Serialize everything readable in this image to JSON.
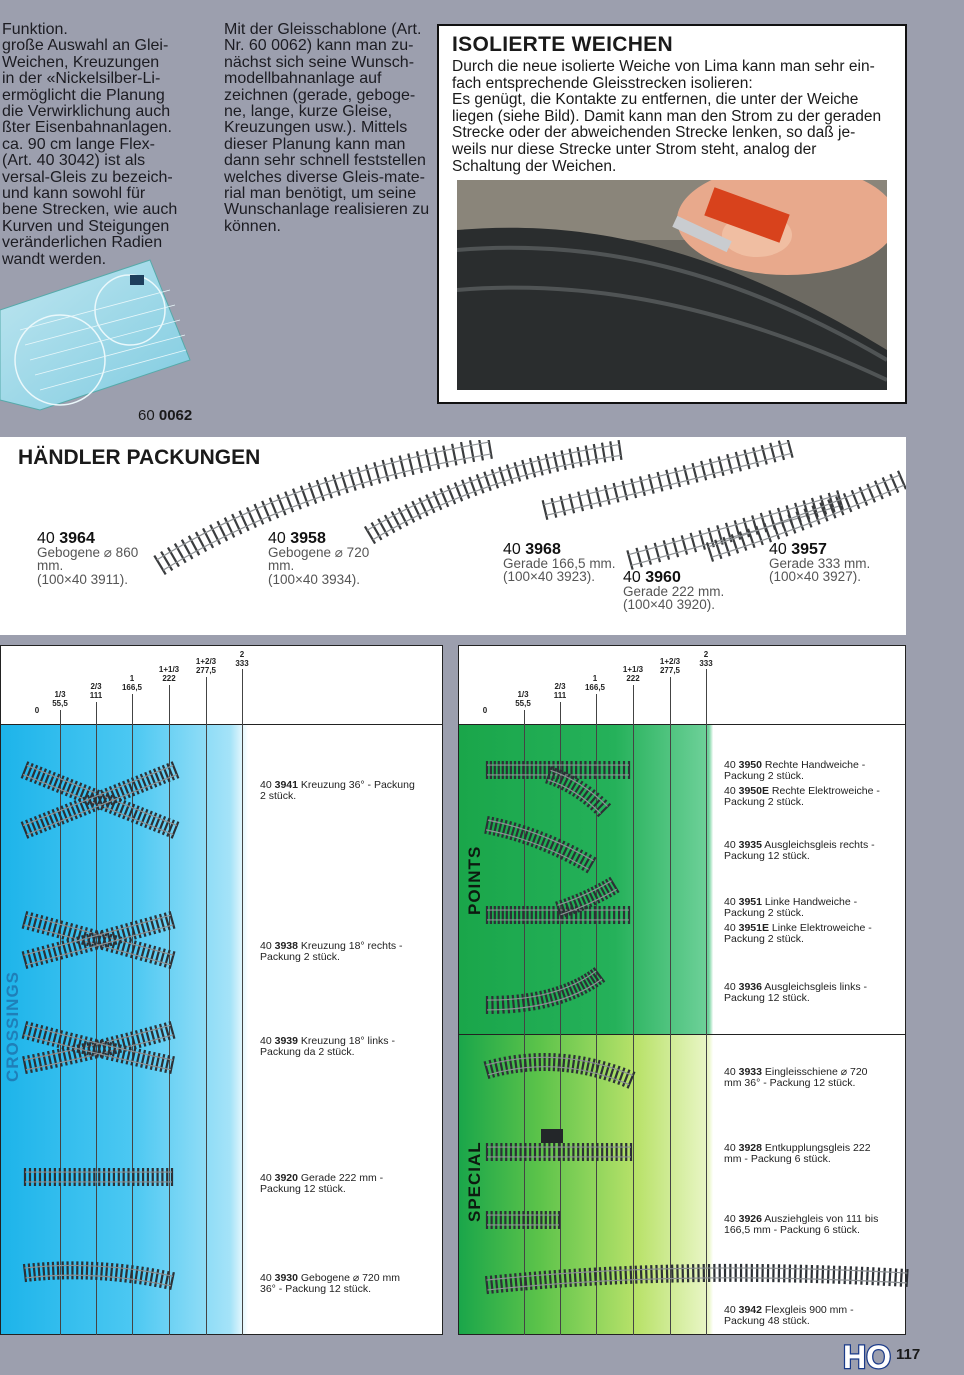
{
  "intro_col1": [
    "Funktion.",
    "große Auswahl an Glei-",
    "Weichen, Kreuzungen",
    "in der «Nickelsilber-Li-",
    "ermöglicht die Planung",
    "die Verwirklichung auch",
    "ßter Eisenbahnanlagen.",
    "ca. 90 cm lange Flex-",
    "(Art. 40 3042) ist als",
    "versal-Gleis zu bezeich-",
    "und kann sowohl für",
    "bene Strecken, wie auch",
    "Kurven und Steigungen",
    "veränderlichen Radien",
    "wandt werden."
  ],
  "intro_col2": [
    "Mit der Gleisschablone (Art.",
    "Nr. 60 0062) kann man zu-",
    "nächst sich seine Wunsch-",
    "modellbahnanlage auf",
    "zeichnen (gerade, geboge-",
    "ne, lange, kurze Gleise,",
    "Kreuzungen usw.). Mittels",
    "dieser Planung kann man",
    "dann sehr schnell feststellen",
    "welches diverse Gleis-mate-",
    "rial man benötigt, um seine",
    "Wunschanlage realisieren zu",
    "können."
  ],
  "isolierte": {
    "title": "ISOLIERTE WEICHEN",
    "lines": [
      "Durch die neue isolierte Weiche von Lima kann man sehr ein-",
      "fach entsprechende Gleisstrecken isolieren:",
      "Es genügt, die Kontakte zu entfernen, die unter der Weiche",
      "liegen (siehe Bild). Damit kann man den Strom zu der geraden",
      "Strecke oder der abweichenden Strecke lenken, so daß je-",
      "weils nur diese Strecke unter Strom steht, analog der",
      "Schaltung der Weichen."
    ]
  },
  "template_code": {
    "pre": "60 ",
    "num": "0062"
  },
  "haendler": {
    "title": "HÄNDLER PACKUNGEN",
    "packs": [
      {
        "pre": "40 ",
        "num": "3964",
        "l1": "Gebogene ⌀ 860",
        "l2": "mm.",
        "l3": "(100×40 3911)."
      },
      {
        "pre": "40 ",
        "num": "3958",
        "l1": "Gebogene ⌀ 720",
        "l2": "mm.",
        "l3": "(100×40 3934)."
      },
      {
        "pre": "40 ",
        "num": "3968",
        "l1": "Gerade 166,5 mm.",
        "l2": "(100×40 3923).",
        "l3": ""
      },
      {
        "pre": "40 ",
        "num": "3960",
        "l1": "Gerade 222 mm.",
        "l2": "(100×40 3920).",
        "l3": ""
      },
      {
        "pre": "40 ",
        "num": "3957",
        "l1": "Gerade 333 mm.",
        "l2": "(100×40 3927).",
        "l3": ""
      }
    ]
  },
  "scale": [
    {
      "top": "",
      "bottom": "0"
    },
    {
      "top": "1/3",
      "bottom": "55,5"
    },
    {
      "top": "2/3",
      "bottom": "111"
    },
    {
      "top": "1",
      "bottom": "166,5"
    },
    {
      "top": "1+1/3",
      "bottom": "222"
    },
    {
      "top": "1+2/3",
      "bottom": "277,5"
    },
    {
      "top": "2",
      "bottom": "333"
    }
  ],
  "crossings": {
    "label": "CROSSINGS",
    "items": [
      {
        "pre": "40 ",
        "num": "3941",
        "rest": " Kreuzung 36° - Packung",
        "l2": "2 stück."
      },
      {
        "pre": "40 ",
        "num": "3938",
        "rest": " Kreuzung 18° rechts -",
        "l2": "Packung 2 stück."
      },
      {
        "pre": "40 ",
        "num": "3939",
        "rest": " Kreuzung 18° links -",
        "l2": "Packung da 2 stück."
      },
      {
        "pre": "40 ",
        "num": "3920",
        "rest": " Gerade 222 mm -",
        "l2": "Packung 12 stück."
      },
      {
        "pre": "40 ",
        "num": "3930",
        "rest": " Gebogene ⌀ 720 mm",
        "l2": "36° - Packung 12 stück."
      }
    ]
  },
  "points": {
    "label": "POINTS",
    "items": [
      {
        "pre": "40 ",
        "num": "3950",
        "rest": " Rechte Handweiche -",
        "l2": "Packung 2 stück."
      },
      {
        "pre": "40 ",
        "num": "3950E",
        "rest": " Rechte Elektroweiche -",
        "l2": "Packung 2 stück."
      },
      {
        "pre": "40 ",
        "num": "3935",
        "rest": " Ausgleichsgleis rechts -",
        "l2": "Packung 12 stück."
      },
      {
        "pre": "40 ",
        "num": "3951",
        "rest": " Linke Handweiche -",
        "l2": "Packung 2 stück."
      },
      {
        "pre": "40 ",
        "num": "3951E",
        "rest": " Linke Elektroweiche -",
        "l2": "Packung 2 stück."
      },
      {
        "pre": "40 ",
        "num": "3936",
        "rest": " Ausgleichsgleis links -",
        "l2": "Packung 12 stück."
      }
    ]
  },
  "special": {
    "label": "SPECIAL",
    "items": [
      {
        "pre": "40 ",
        "num": "3933",
        "rest": " Eingleisschiene ⌀ 720",
        "l2": "mm 36° - Packung 12 stück."
      },
      {
        "pre": "40 ",
        "num": "3928",
        "rest": " Entkupplungsgleis 222",
        "l2": "mm - Packung 6 stück."
      },
      {
        "pre": "40 ",
        "num": "3926",
        "rest": " Ausziehgleis von 111 bis",
        "l2": "166,5 mm - Packung 6 stück."
      },
      {
        "pre": "40 ",
        "num": "3942",
        "rest": " Flexgleis 900 mm -",
        "l2": "Packung 48 stück."
      }
    ]
  },
  "footer": {
    "badge": "HO",
    "page": "117"
  },
  "colors": {
    "page_bg": "#9c9fae",
    "crossings_blue": "#1fb6e8",
    "points_green": "#1eaa4a"
  }
}
